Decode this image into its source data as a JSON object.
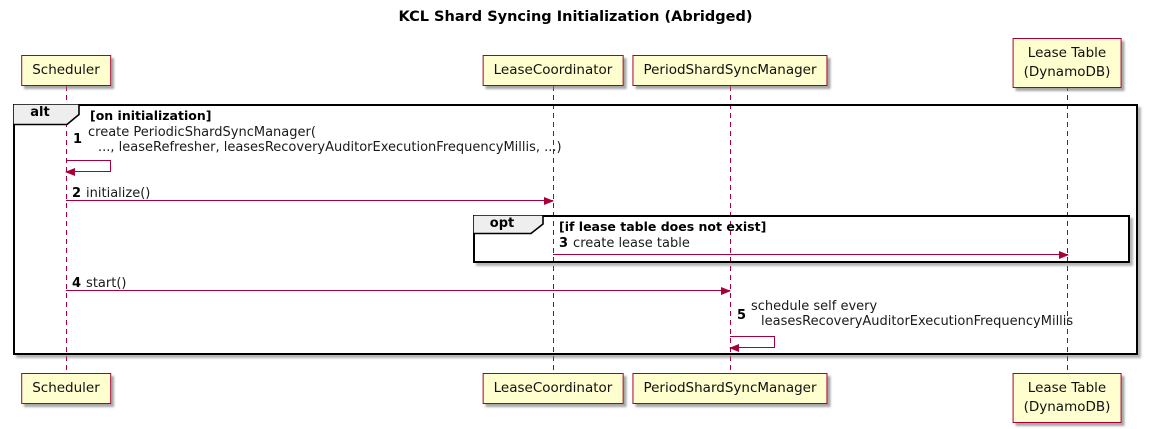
{
  "title": "KCL Shard Syncing Initialization (Abridged)",
  "participants": [
    {
      "name": "scheduler",
      "label": "Scheduler"
    },
    {
      "name": "lease-coordinator",
      "label": "LeaseCoordinator"
    },
    {
      "name": "period-shard-sync-manager",
      "label": "PeriodShardSyncManager"
    },
    {
      "name": "lease-table",
      "label_line1": "Lease Table",
      "label_line2": "(DynamoDB)"
    }
  ],
  "frames": {
    "alt": {
      "label": "alt",
      "condition": "[on initialization]"
    },
    "opt": {
      "label": "opt",
      "condition": "[if lease table does not exist]"
    }
  },
  "messages": [
    {
      "num": "1",
      "line1": "create PeriodicShardSyncManager(",
      "line2": "..., leaseRefresher, leasesRecoveryAuditorExecutionFrequencyMillis, ...)"
    },
    {
      "num": "2",
      "text": "initialize()"
    },
    {
      "num": "3",
      "text": "create lease table"
    },
    {
      "num": "4",
      "text": "start()"
    },
    {
      "num": "5",
      "line1": "schedule self every",
      "line2": "leasesRecoveryAuditorExecutionFrequencyMillis"
    }
  ],
  "colors": {
    "participant_fill": "#FEFECE",
    "participant_border": "#A80036",
    "lifeline": "#A80036",
    "arrow": "#A80036",
    "frame_border": "#000000",
    "frame_label_fill": "#EEEEEE"
  }
}
